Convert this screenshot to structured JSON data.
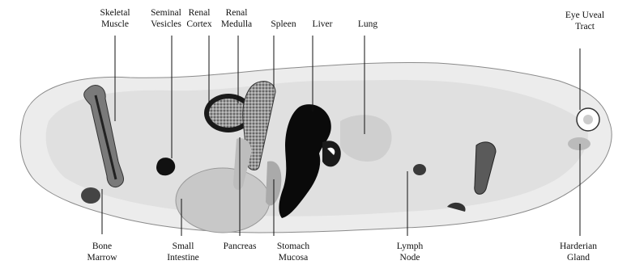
{
  "labels": {
    "top": [
      {
        "id": "skeletal-muscle",
        "lines": [
          "Skeletal",
          "Muscle"
        ]
      },
      {
        "id": "seminal-vesicles",
        "lines": [
          "Seminal",
          "Vesicles"
        ]
      },
      {
        "id": "renal-cortex",
        "lines": [
          "Renal",
          "Cortex"
        ]
      },
      {
        "id": "renal-medulla",
        "lines": [
          "Renal",
          "Medulla"
        ]
      },
      {
        "id": "spleen",
        "lines": [
          "Spleen"
        ]
      },
      {
        "id": "liver",
        "lines": [
          "Liver"
        ]
      },
      {
        "id": "lung",
        "lines": [
          "Lung"
        ]
      },
      {
        "id": "eye-uveal-tract",
        "lines": [
          "Eye Uveal",
          "Tract"
        ]
      }
    ],
    "bottom": [
      {
        "id": "bone-marrow",
        "lines": [
          "Bone",
          "Marrow"
        ]
      },
      {
        "id": "small-intestine",
        "lines": [
          "Small",
          "Intestine"
        ]
      },
      {
        "id": "pancreas",
        "lines": [
          "Pancreas"
        ]
      },
      {
        "id": "stomach-mucosa",
        "lines": [
          "Stomach",
          "Mucosa"
        ]
      },
      {
        "id": "lymph-node",
        "lines": [
          "Lymph",
          "Node"
        ]
      },
      {
        "id": "harderian-gland",
        "lines": [
          "Harderian",
          "Gland"
        ]
      }
    ]
  }
}
